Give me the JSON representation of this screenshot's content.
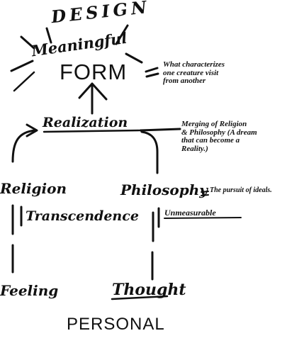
{
  "top_word": "DESIGN",
  "meaningful": "Meaningful",
  "form": "FORM",
  "form_note": [
    "What characterizes",
    "one creature visit",
    "from another"
  ],
  "realization": "Realization",
  "realization_note": [
    "Merging of Religion",
    "& Philosophy (A dream",
    "that can become a",
    "Reality.)"
  ],
  "religion": "Religion",
  "philosophy": "Philosophy",
  "philosophy_note": "The pursuit of ideals.",
  "transcendence": "Transcendence",
  "unmeasurable": "Unmeasurable",
  "feeling": "Feeling",
  "thought": "Thought",
  "personal": "PERSONAL",
  "colors": {
    "ink": "#111111",
    "paper": "#ffffff"
  }
}
